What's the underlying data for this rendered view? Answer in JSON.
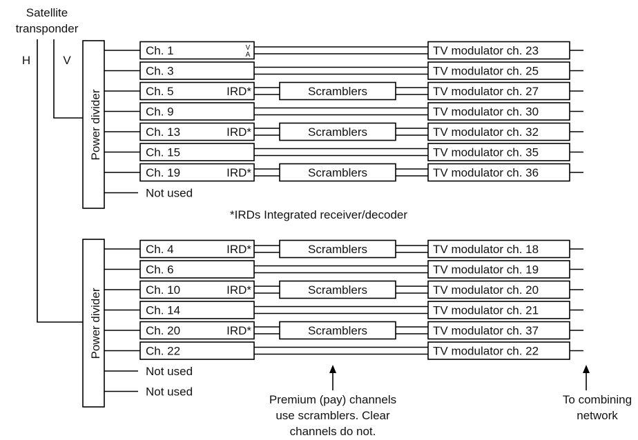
{
  "labels": {
    "satellite_line1": "Satellite",
    "satellite_line2": "transponder",
    "pol_h": "H",
    "pol_v": "V",
    "power_divider": "Power divider",
    "footnote": "*IRDs Integrated receiver/decoder",
    "premium_note": [
      "Premium (pay) channels",
      "use scramblers. Clear",
      "channels do not."
    ],
    "combining_note": [
      "To combining",
      "network"
    ],
    "va_v": "V",
    "va_a": "A"
  },
  "top_group": {
    "rows": [
      {
        "channel": "Ch. 1",
        "ird": "",
        "va": true,
        "scrambler": "",
        "modulator": "TV modulator ch. 23"
      },
      {
        "channel": "Ch. 3",
        "ird": "",
        "scrambler": "",
        "modulator": "TV modulator ch. 25"
      },
      {
        "channel": "Ch. 5",
        "ird": "IRD*",
        "scrambler": "Scramblers",
        "modulator": "TV modulator ch. 27"
      },
      {
        "channel": "Ch. 9",
        "ird": "",
        "scrambler": "",
        "modulator": "TV modulator ch. 30"
      },
      {
        "channel": "Ch. 13",
        "ird": "IRD*",
        "scrambler": "Scramblers",
        "modulator": "TV modulator ch. 32"
      },
      {
        "channel": "Ch. 15",
        "ird": "",
        "scrambler": "",
        "modulator": "TV modulator ch. 35"
      },
      {
        "channel": "Ch. 19",
        "ird": "IRD*",
        "scrambler": "Scramblers",
        "modulator": "TV modulator ch. 36"
      }
    ],
    "unused": [
      "Not used"
    ]
  },
  "bottom_group": {
    "rows": [
      {
        "channel": "Ch. 4",
        "ird": "IRD*",
        "scrambler": "Scramblers",
        "modulator": "TV modulator ch. 18"
      },
      {
        "channel": "Ch. 6",
        "ird": "",
        "scrambler": "",
        "modulator": "TV modulator ch. 19"
      },
      {
        "channel": "Ch. 10",
        "ird": "IRD*",
        "scrambler": "Scramblers",
        "modulator": "TV modulator ch. 20"
      },
      {
        "channel": "Ch. 14",
        "ird": "",
        "scrambler": "",
        "modulator": "TV modulator ch. 21"
      },
      {
        "channel": "Ch. 20",
        "ird": "IRD*",
        "scrambler": "Scramblers",
        "modulator": "TV modulator ch. 37"
      },
      {
        "channel": "Ch. 22",
        "ird": "",
        "scrambler": "",
        "modulator": "TV modulator ch. 22"
      }
    ],
    "unused": [
      "Not used",
      "Not used"
    ]
  }
}
